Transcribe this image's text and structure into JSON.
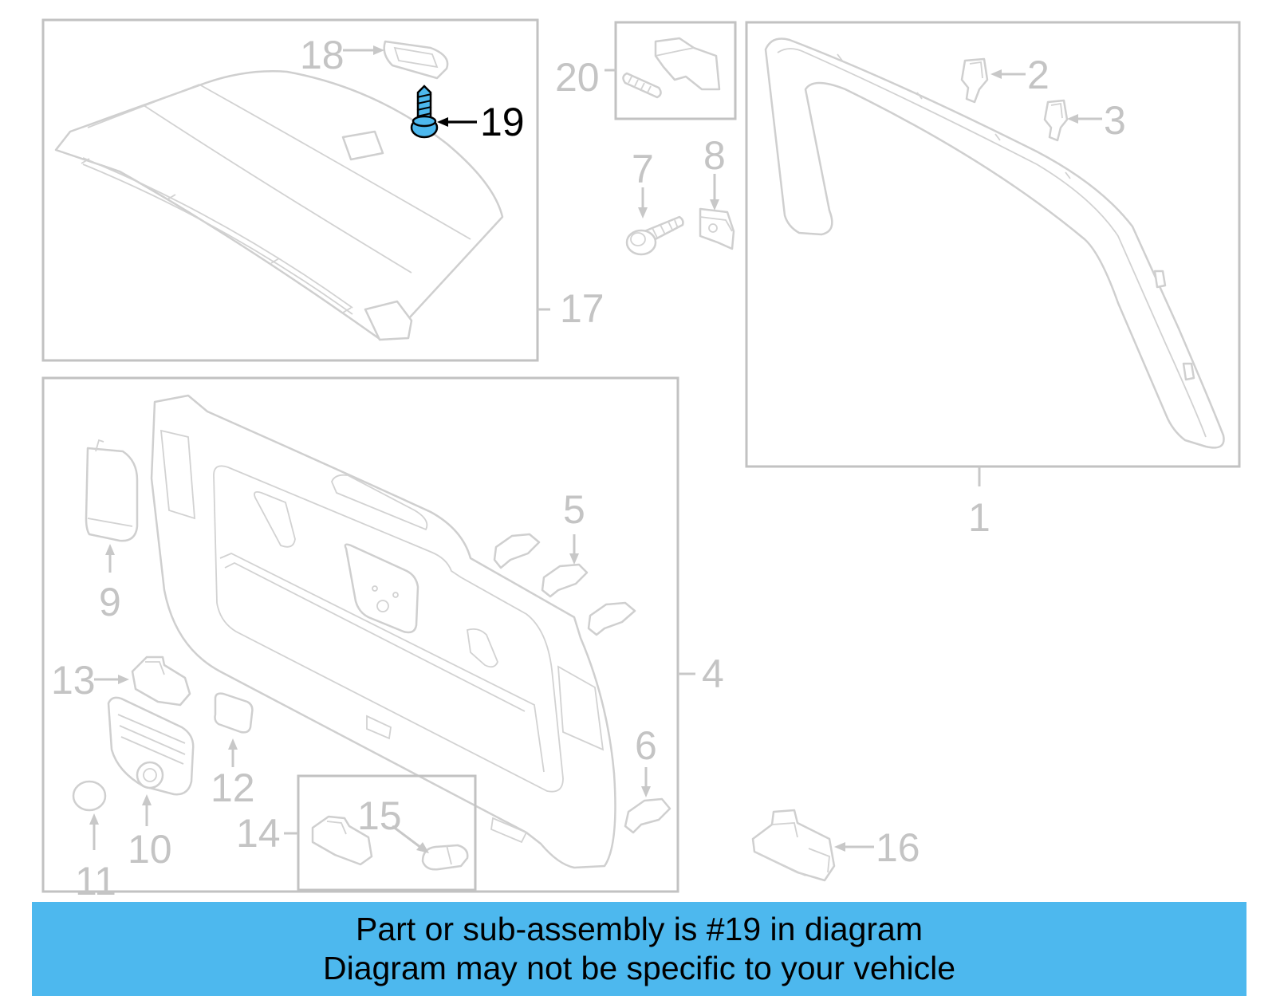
{
  "callouts": {
    "c1": "1",
    "c2": "2",
    "c3": "3",
    "c4": "4",
    "c5": "5",
    "c6": "6",
    "c7": "7",
    "c8": "8",
    "c9": "9",
    "c10": "10",
    "c11": "11",
    "c12": "12",
    "c13": "13",
    "c14": "14",
    "c15": "15",
    "c16": "16",
    "c17": "17",
    "c18": "18",
    "c19": "19",
    "c20": "20"
  },
  "highlight_part": "19",
  "colors": {
    "banner": "#4db8ee",
    "part_line": "#c8c8c8",
    "highlight_fill": "#4db8ee",
    "highlight_text": "#000000"
  },
  "banner": {
    "line1": "Part or sub-assembly is #19 in diagram",
    "line2": "Diagram may not be specific to your vehicle"
  }
}
